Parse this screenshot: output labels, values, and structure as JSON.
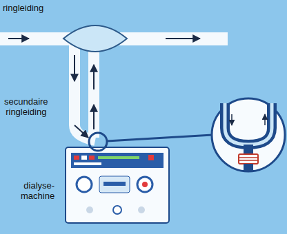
{
  "diagram": {
    "labels": [
      "ringleiding",
      "secundaire ringleiding",
      "dialyse- machine"
    ]
  }
}
